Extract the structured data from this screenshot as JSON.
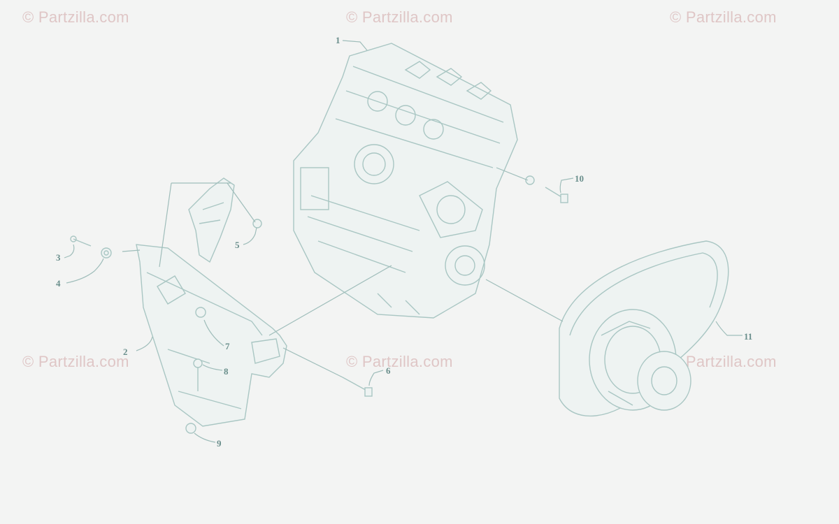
{
  "watermark": {
    "text": "© Partzilla.com",
    "color": "#cda0a0"
  },
  "line_color": "#9fbdba",
  "callouts": [
    {
      "id": "1",
      "label": "1"
    },
    {
      "id": "2",
      "label": "2"
    },
    {
      "id": "3",
      "label": "3"
    },
    {
      "id": "4",
      "label": "4"
    },
    {
      "id": "5",
      "label": "5"
    },
    {
      "id": "6",
      "label": "6"
    },
    {
      "id": "7",
      "label": "7"
    },
    {
      "id": "8",
      "label": "8"
    },
    {
      "id": "9",
      "label": "9"
    },
    {
      "id": "10",
      "label": "10"
    },
    {
      "id": "11",
      "label": "11"
    }
  ]
}
